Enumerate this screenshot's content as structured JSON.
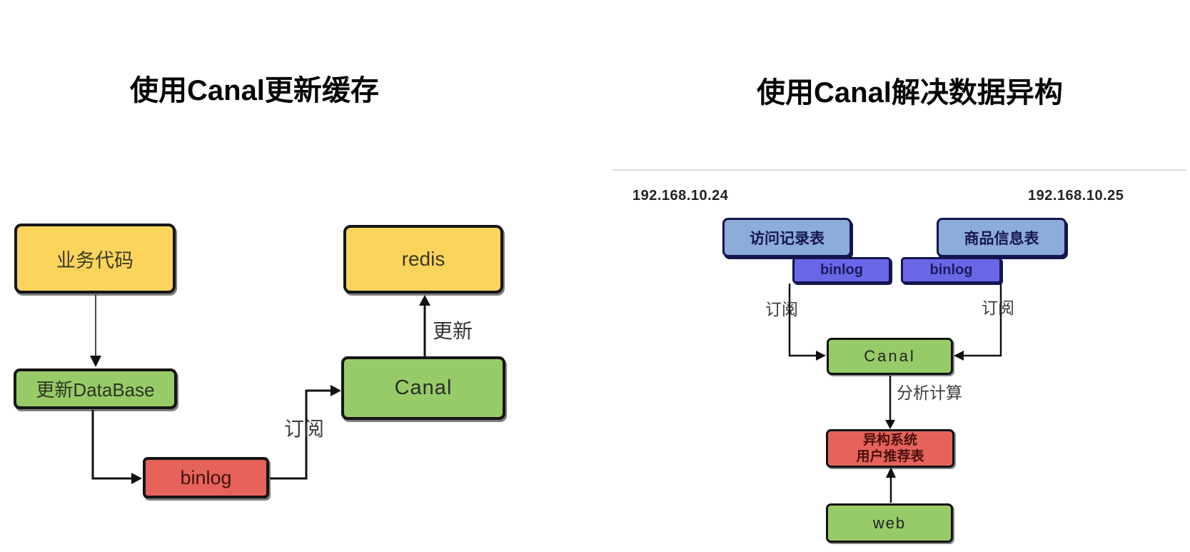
{
  "left_diagram": {
    "title": "使用Canal更新缓存",
    "nodes": {
      "business_code": "业务代码",
      "update_database": "更新DataBase",
      "binlog": "binlog",
      "canal": "Canal",
      "redis": "redis"
    },
    "edge_labels": {
      "subscribe": "订阅",
      "update": "更新"
    }
  },
  "right_diagram": {
    "title": "使用Canal解决数据异构",
    "server_left_ip": "192.168.10.24",
    "server_right_ip": "192.168.10.25",
    "nodes": {
      "visit_record_table": "访问记录表",
      "binlog_left": "binlog",
      "product_info_table": "商品信息表",
      "binlog_right": "binlog",
      "canal": "Canal",
      "hetero_line1": "异构系统",
      "hetero_line2": "用户推荐表",
      "web": "web"
    },
    "edge_labels": {
      "subscribe_left": "订阅",
      "subscribe_right": "订阅",
      "analyze": "分析计算"
    }
  },
  "colors": {
    "yellow_fill": "#FBD45C",
    "green_fill": "#97CB67",
    "red_fill": "#E6635C",
    "light_blue_fill": "#8CACD9",
    "deep_blue_fill": "#6967E8",
    "border_dark": "#111111",
    "border_navy": "#15154D",
    "divider_gray": "#DDDDDD"
  }
}
